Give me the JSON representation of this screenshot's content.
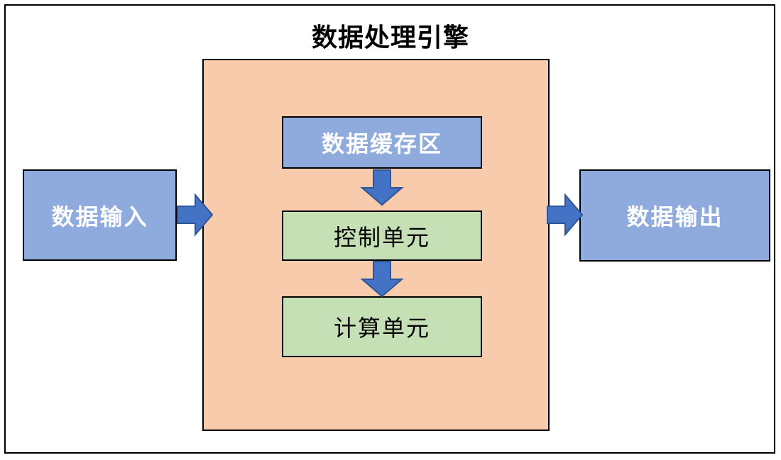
{
  "diagram": {
    "title": "数据处理引擎",
    "nodes": {
      "input": {
        "label": "数据输入",
        "fill": "#8FAADC",
        "text_color": "#FFFFFF"
      },
      "buffer": {
        "label": "数据缓存区",
        "fill": "#8FAADC",
        "text_color": "#FFFFFF"
      },
      "control": {
        "label": "控制单元",
        "fill": "#C5E0B4",
        "text_color": "#000000"
      },
      "compute": {
        "label": "计算单元",
        "fill": "#C5E0B4",
        "text_color": "#000000"
      },
      "output": {
        "label": "数据输出",
        "fill": "#8FAADC",
        "text_color": "#FFFFFF"
      },
      "engine": {
        "fill": "#F8CBAD"
      }
    },
    "edges": [
      {
        "from": "input",
        "to": "engine",
        "direction": "right"
      },
      {
        "from": "buffer",
        "to": "control",
        "direction": "down"
      },
      {
        "from": "control",
        "to": "compute",
        "direction": "down"
      },
      {
        "from": "engine",
        "to": "output",
        "direction": "right"
      }
    ],
    "colors": {
      "background": "#FFFFFF",
      "frame_border": "#000000",
      "box_border": "#000000",
      "container_fill": "#F8CBAD",
      "blue_box_fill": "#8FAADC",
      "green_box_fill": "#C5E0B4",
      "arrow_fill": "#4472C4",
      "arrow_stroke": "#2E5597",
      "title_color": "#000000"
    }
  }
}
